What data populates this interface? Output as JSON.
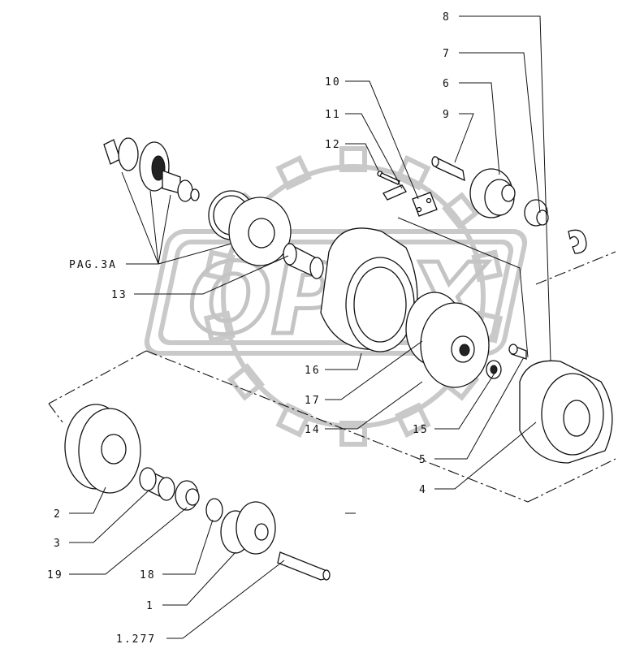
{
  "watermark": {
    "text": "OPEX"
  },
  "colors": {
    "ink": "#111111",
    "watermark": "#c4c4c4",
    "background": "#ffffff"
  },
  "labels": {
    "l8": "8",
    "l7": "7",
    "l6": "6",
    "l9": "9",
    "l10": "10",
    "l11": "11",
    "l12": "12",
    "pag": "PAG.3A",
    "l13": "13",
    "l16": "16",
    "l17": "17",
    "l14": "14",
    "l15": "15",
    "l5": "5",
    "l4": "4",
    "l2": "2",
    "l3": "3",
    "l19": "19",
    "l18": "18",
    "l1": "1",
    "l1277": "1.277"
  }
}
